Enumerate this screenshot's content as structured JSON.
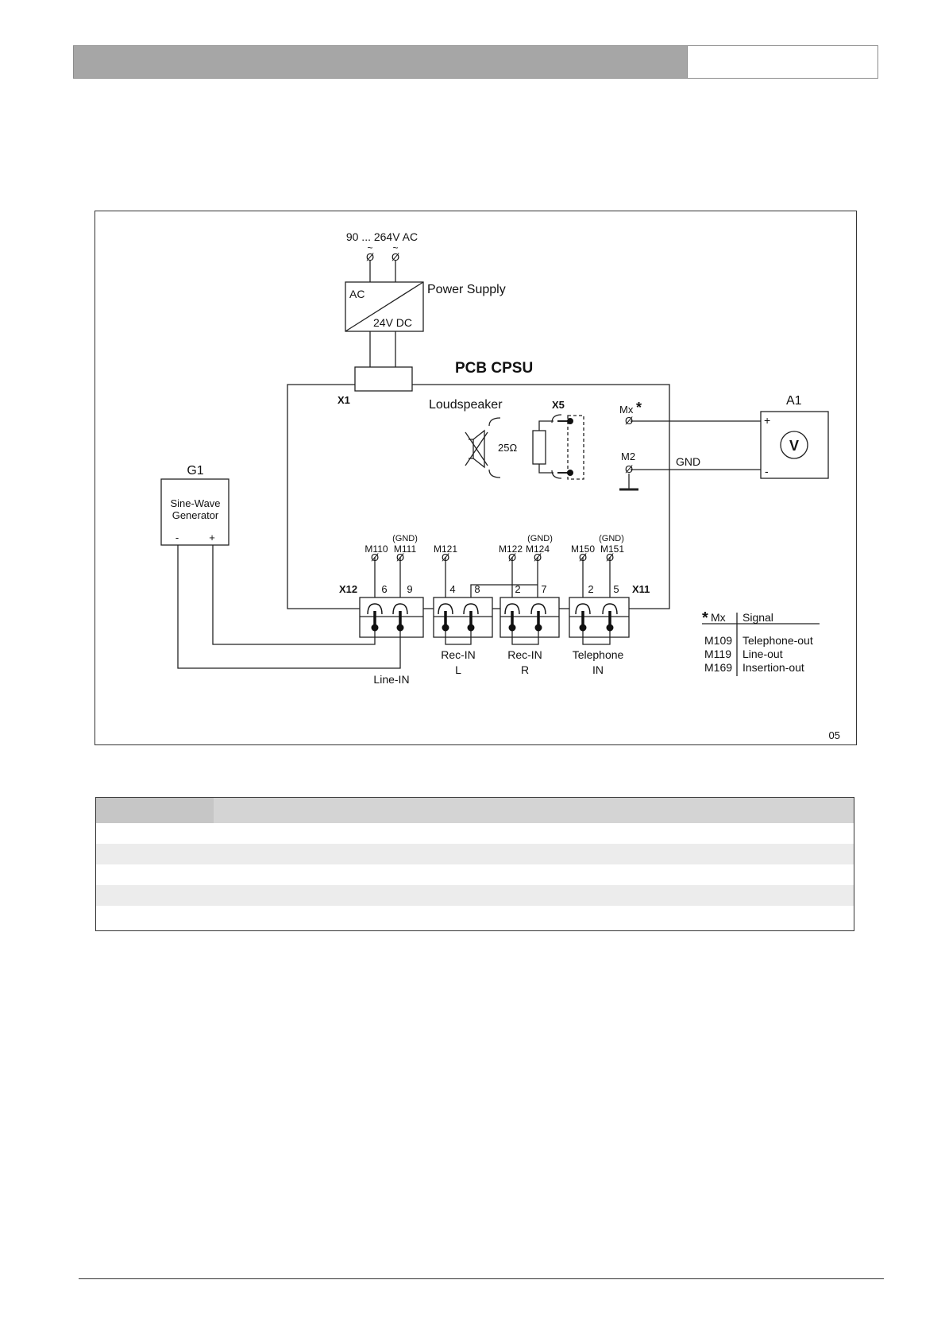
{
  "diagram": {
    "supply_voltage": "90 ... 264V AC",
    "tilde": "~",
    "terminal_symbol": "Ø",
    "power_supply": {
      "label": "Power Supply",
      "in": "AC",
      "out": "24V DC"
    },
    "pcb_title": "PCB CPSU",
    "x1": "X1",
    "loudspeaker": {
      "label": "Loudspeaker",
      "resistor": "25Ω",
      "connector": "X5"
    },
    "mx": {
      "label": "Mx",
      "asterisk": "*"
    },
    "m2": "M2",
    "gnd": "GND",
    "a1": {
      "label": "A1",
      "plus": "+",
      "minus": "-",
      "meter": "V"
    },
    "g1": {
      "label": "G1",
      "line1": "Sine-Wave",
      "line2": "Generator",
      "minus": "-",
      "plus": "+"
    },
    "gnd_paren": "(GND)",
    "test_points": [
      "M110",
      "M111",
      "M121",
      "M122",
      "M124",
      "M150",
      "M151"
    ],
    "x12": "X12",
    "x11": "X11",
    "x12_pins": [
      "6",
      "9",
      "4",
      "8",
      "2",
      "7"
    ],
    "x11_pins": [
      "2",
      "5"
    ],
    "connectors": {
      "line_in": "Line-IN",
      "rec_in": "Rec-IN",
      "left": "L",
      "right": "R",
      "telephone": "Telephone",
      "in": "IN"
    },
    "legend": {
      "asterisk": "*",
      "col1": "Mx",
      "col2": "Signal",
      "rows": [
        {
          "m": "M109",
          "signal": "Telephone-out"
        },
        {
          "m": "M119",
          "signal": "Line-out"
        },
        {
          "m": "M169",
          "signal": "Insertion-out"
        }
      ]
    },
    "figure_number": "05"
  }
}
